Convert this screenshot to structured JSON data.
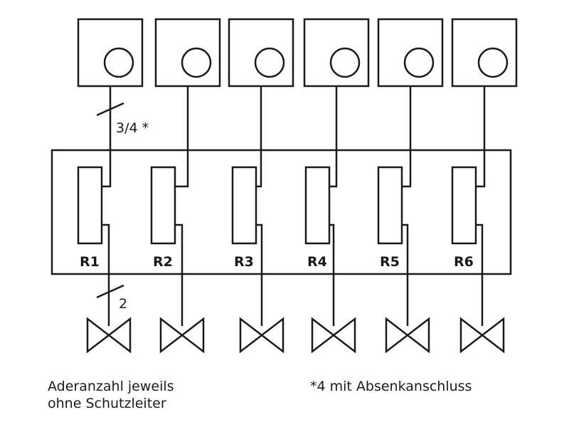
{
  "diagram": {
    "stroke_color": "#1a1a1a",
    "background": "#ffffff",
    "thermostat_icon": "room-thermostat-icon",
    "valve_icon": "valve-actuator-icon",
    "relays": [
      {
        "label": "R1"
      },
      {
        "label": "R2"
      },
      {
        "label": "R3"
      },
      {
        "label": "R4"
      },
      {
        "label": "R5"
      },
      {
        "label": "R6"
      }
    ],
    "wire_count_top": "3/4 *",
    "wire_count_bottom": "2"
  },
  "notes": {
    "core_count_line1": "Aderanzahl jeweils",
    "core_count_line2": "ohne Schutzleiter",
    "footnote": "*4 mit Absenkanschluss"
  }
}
